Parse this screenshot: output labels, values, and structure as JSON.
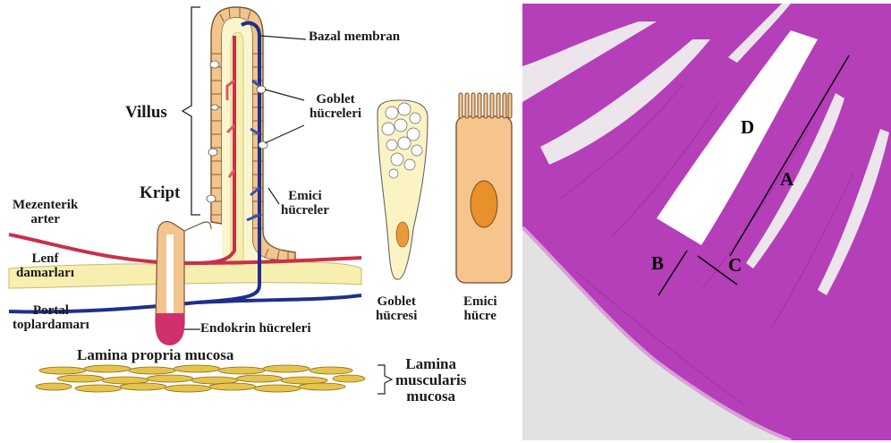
{
  "diagram": {
    "villus": "Villus",
    "bazal_membran": "Bazal membran",
    "goblet_hucreleri": [
      "Goblet",
      "hücreleri"
    ],
    "kript": "Kript",
    "emici_hucreler": [
      "Emici",
      "hücreler"
    ],
    "mezenterik_arter": [
      "Mezenterik",
      "arter"
    ],
    "lenf_damarlari": [
      "Lenf",
      "damarları"
    ],
    "portal_toplardamari": [
      "Portal",
      "toplardamarı"
    ],
    "endokrin_hucreleri": "Endokrin hücreleri",
    "lamina_propria": "Lamina propria mucosa",
    "lamina_muscularis": [
      "Lamina",
      "muscularis",
      "mucosa"
    ],
    "goblet_hucresi": [
      "Goblet",
      "hücresi"
    ],
    "emici_hucre": [
      "Emici",
      "hücre"
    ]
  },
  "micrograph": {
    "labels": {
      "a": "A",
      "b": "B",
      "c": "C",
      "d": "D"
    }
  },
  "colors": {
    "artery": "#c8304a",
    "vein": "#1f2f8c",
    "lymph": "#f7efb0",
    "epithelium": "#f2c48e",
    "crypt_endocrine": "#d0306c",
    "tissue_purple": "#b53fb8",
    "background_gray": "#e2e2e2"
  }
}
